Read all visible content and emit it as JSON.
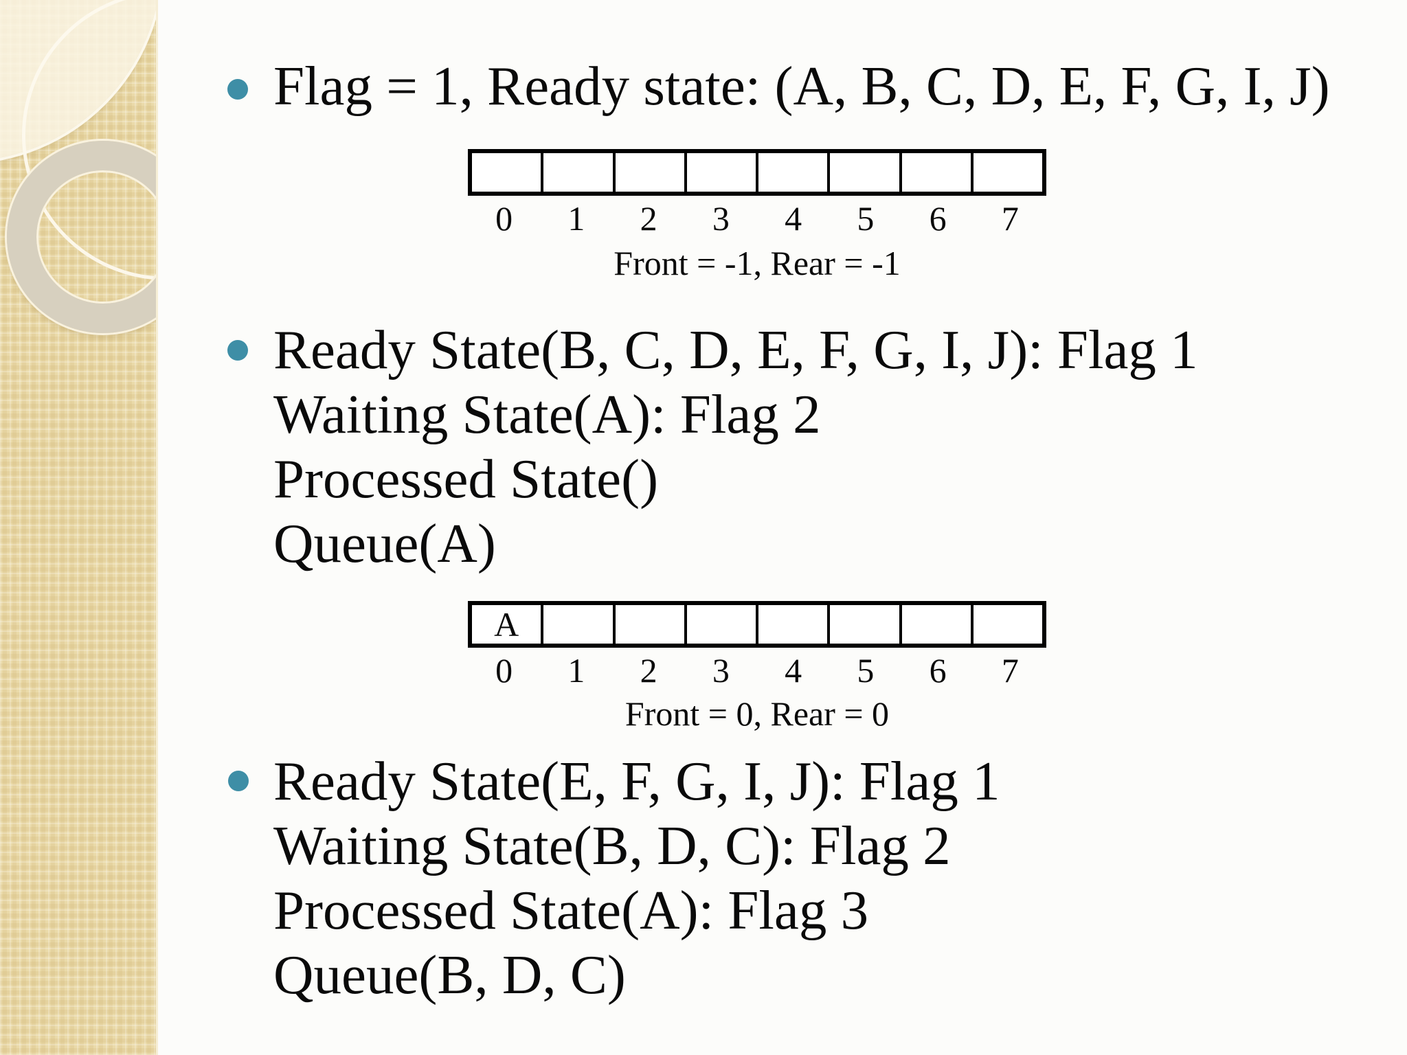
{
  "slide": {
    "colors": {
      "bullet_marker": "#3e8ea6",
      "sidebar_base": "#eadaa9",
      "ring": "#d7d0bf",
      "text": "#0a0a0a"
    },
    "bullet1": {
      "text": "Flag = 1, Ready state: (A, B, C, D, E, F, G, I, J)"
    },
    "diagram1": {
      "cells": [
        "",
        "",
        "",
        "",
        "",
        "",
        "",
        ""
      ],
      "indices": [
        "0",
        "1",
        "2",
        "3",
        "4",
        "5",
        "6",
        "7"
      ],
      "caption": "Front = -1, Rear = -1",
      "front": "-1",
      "rear": "-1"
    },
    "bullet2": {
      "lines": [
        "Ready State(B, C, D, E, F, G, I, J): Flag 1",
        "Waiting State(A): Flag 2",
        "Processed State()",
        "Queue(A)"
      ]
    },
    "diagram2": {
      "cells": [
        "A",
        "",
        "",
        "",
        "",
        "",
        "",
        ""
      ],
      "indices": [
        "0",
        "1",
        "2",
        "3",
        "4",
        "5",
        "6",
        "7"
      ],
      "caption": "Front = 0, Rear = 0",
      "front": "0",
      "rear": "0"
    },
    "bullet3": {
      "lines": [
        "Ready State(E, F, G, I, J): Flag 1",
        "Waiting State(B, D, C): Flag 2",
        "Processed State(A): Flag 3",
        "Queue(B, D, C)"
      ]
    }
  }
}
